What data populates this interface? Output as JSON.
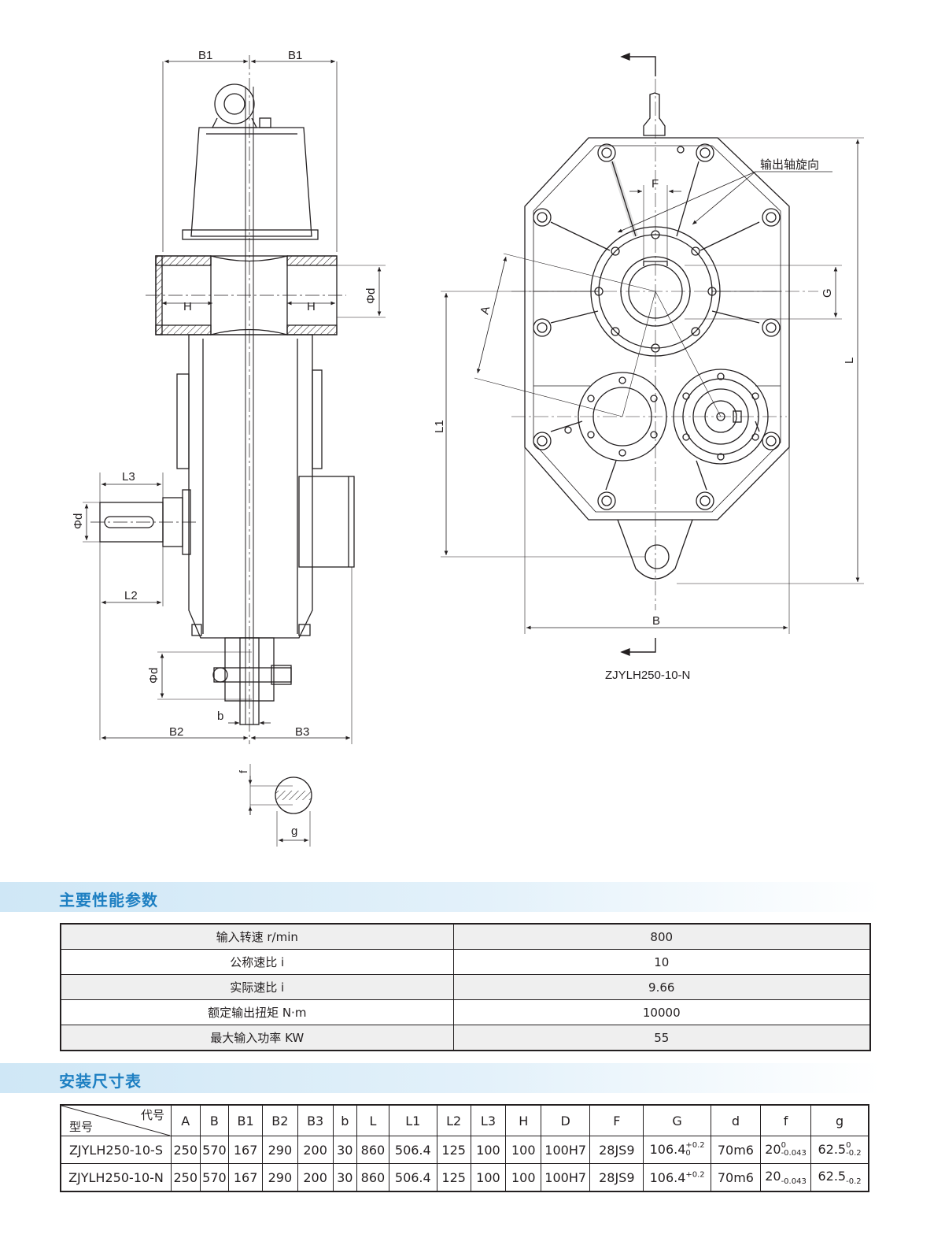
{
  "drawing": {
    "labels": {
      "b1_left": "B1",
      "b1_right": "B1",
      "h_left": "H",
      "h_right": "H",
      "phi_d_hollow": "Φd",
      "l3": "L3",
      "phi_d_input": "Φd",
      "l2": "L2",
      "phi_d_pin": "Φd",
      "b_small": "b",
      "b2": "B2",
      "b3": "B3",
      "f_small": "f",
      "g_small": "g",
      "rotation_note": "输出轴旋向",
      "dim_F": "F",
      "dim_G": "G",
      "dim_A": "A",
      "dim_L": "L",
      "dim_L1": "L1",
      "dim_B": "B",
      "model_caption": "ZJYLH250-10-N"
    }
  },
  "performance": {
    "title": "主要性能参数",
    "rows": [
      {
        "param": "输入转速 r/min",
        "value": "800"
      },
      {
        "param": "公称速比 i",
        "value": "10"
      },
      {
        "param": "实际速比 i",
        "value": "9.66"
      },
      {
        "param": "额定输出扭矩 N·m",
        "value": "10000"
      },
      {
        "param": "最大输入功率 KW",
        "value": "55"
      }
    ]
  },
  "dimensions": {
    "title": "安装尺寸表",
    "corner_top": "代号",
    "corner_bottom": "型号",
    "headers": [
      "A",
      "B",
      "B1",
      "B2",
      "B3",
      "b",
      "L",
      "L1",
      "L2",
      "L3",
      "H",
      "D",
      "F",
      "G",
      "d",
      "f",
      "g"
    ],
    "rows": [
      {
        "model": "ZJYLH250-10-S",
        "A": "250",
        "B": "570",
        "B1": "167",
        "B2": "290",
        "B3": "200",
        "b": "30",
        "L": "860",
        "L1": "506.4",
        "L2": "125",
        "L3": "100",
        "H": "100",
        "D": "100H7",
        "F": "28JS9",
        "G_base": "106.4",
        "G_sup": "+0.2",
        "G_sub": "0",
        "d": "70m6",
        "f_base": "20",
        "f_sup": "0",
        "f_sub": "-0.043",
        "g_base": "62.5",
        "g_sup": "0",
        "g_sub": "-0.2"
      },
      {
        "model": "ZJYLH250-10-N",
        "A": "250",
        "B": "570",
        "B1": "167",
        "B2": "290",
        "B3": "200",
        "b": "30",
        "L": "860",
        "L1": "506.4",
        "L2": "125",
        "L3": "100",
        "H": "100",
        "D": "100H7",
        "F": "28JS9",
        "G_base": "106.4",
        "G_sup": "+0.2",
        "d": "70m6",
        "f_base": "20",
        "f_sub": "-0.043",
        "g_base": "62.5",
        "g_sub": "-0.2"
      }
    ]
  }
}
